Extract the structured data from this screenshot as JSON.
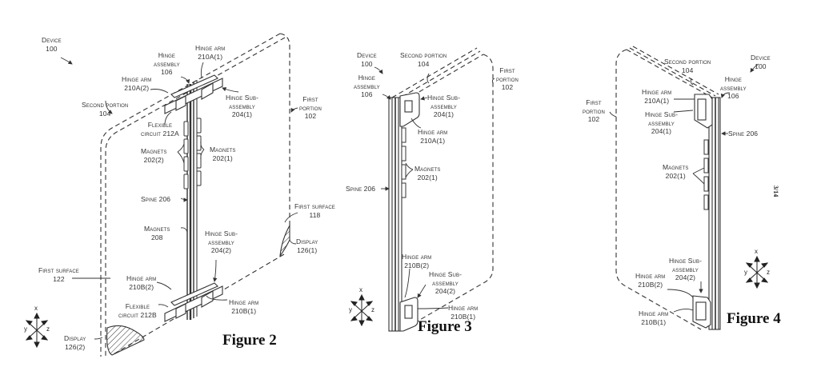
{
  "sheet_number": "3/14",
  "figures": [
    {
      "caption": "Figure 2",
      "labels": {
        "device": [
          "Device",
          "100"
        ],
        "hinge_assembly": [
          "Hinge",
          "assembly",
          "106"
        ],
        "hinge_arm_210a1": [
          "Hinge arm",
          "210A(1)"
        ],
        "hinge_arm_210a2": [
          "Hinge arm",
          "210A(2)"
        ],
        "second_portion": [
          "Second portion",
          "104"
        ],
        "hinge_sub_204_1": [
          "Hinge Sub-",
          "assembly",
          "204(1)"
        ],
        "first_portion": [
          "First",
          "portion",
          "102"
        ],
        "flex_circuit_212a": [
          "Flexible",
          "circuit 212A"
        ],
        "magnets_202_2": [
          "Magnets",
          "202(2)"
        ],
        "magnets_202_1": [
          "Magnets",
          "202(1)"
        ],
        "spine": [
          "Spine 206"
        ],
        "first_surface_118": [
          "First surface",
          "118"
        ],
        "magnets_208": [
          "Magnets",
          "208"
        ],
        "hinge_sub_204_2": [
          "Hinge Sub-",
          "assembly",
          "204(2)"
        ],
        "display_126_1": [
          "Display",
          "126(1)"
        ],
        "first_surface_122": [
          "First surface",
          "122"
        ],
        "hinge_arm_210b2": [
          "Hinge arm",
          "210B(2)"
        ],
        "hinge_arm_210b1": [
          "Hinge arm",
          "210B(1)"
        ],
        "flex_circuit_212b": [
          "Flexible",
          "circuit 212B"
        ],
        "display_126_2": [
          "Display",
          "126(2)"
        ]
      }
    },
    {
      "caption": "Figure 3",
      "labels": {
        "device": [
          "Device",
          "100"
        ],
        "second_portion": [
          "Second portion",
          "104"
        ],
        "first_portion": [
          "First",
          "portion",
          "102"
        ],
        "hinge_assembly": [
          "Hinge",
          "assembly",
          "106"
        ],
        "hinge_sub_204_1": [
          "Hinge Sub-",
          "assembly",
          "204(1)"
        ],
        "hinge_arm_210a1": [
          "Hinge arm",
          "210A(1)"
        ],
        "magnets_202_1": [
          "Magnets",
          "202(1)"
        ],
        "spine": [
          "Spine 206"
        ],
        "hinge_arm_210b2": [
          "Hinge arm",
          "210B(2)"
        ],
        "hinge_sub_204_2": [
          "Hinge Sub-",
          "assembly",
          "204(2)"
        ],
        "hinge_arm_210b1": [
          "Hinge arm",
          "210B(1)"
        ]
      }
    },
    {
      "caption": "Figure 4",
      "labels": {
        "second_portion": [
          "Second portion",
          "104"
        ],
        "device": [
          "Device",
          "100"
        ],
        "hinge_arm_210a1": [
          "Hinge arm",
          "210A(1)"
        ],
        "hinge_assembly": [
          "Hinge",
          "assembly",
          "106"
        ],
        "first_portion": [
          "First",
          "portion",
          "102"
        ],
        "hinge_sub_204_1": [
          "Hinge Sub-",
          "assembly",
          "204(1)"
        ],
        "spine": [
          "Spine 206"
        ],
        "magnets_202_1": [
          "Magnets",
          "202(1)"
        ],
        "hinge_sub_204_2": [
          "Hinge Sub-",
          "assembly",
          "204(2)"
        ],
        "hinge_arm_210b2": [
          "Hinge arm",
          "210B(2)"
        ],
        "hinge_arm_210b1": [
          "Hinge arm",
          "210B(1)"
        ]
      }
    }
  ],
  "axes_labels": {
    "x": "x",
    "y": "y",
    "z": "z"
  },
  "colors": {
    "ink": "#333333",
    "background": "#ffffff"
  }
}
